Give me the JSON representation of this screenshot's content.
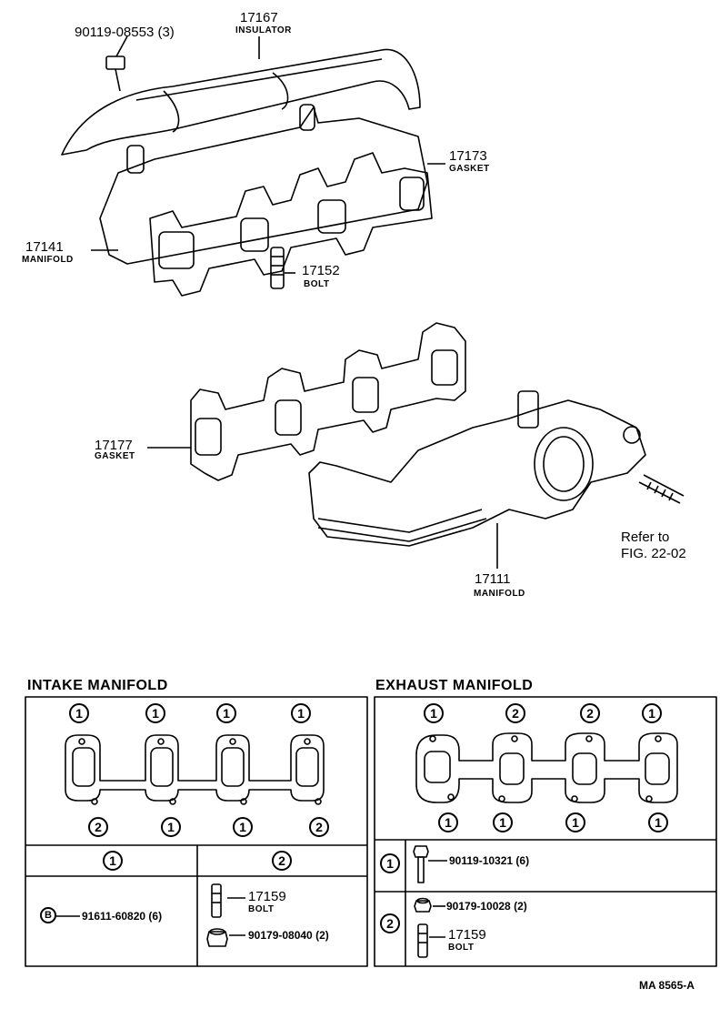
{
  "top": {
    "bolt_90119": "90119-08553 (3)",
    "insulator_no": "17167",
    "insulator_name": "INSULATOR",
    "gasket_17173_no": "17173",
    "gasket_17173_name": "GASKET",
    "manifold_17141_no": "17141",
    "manifold_17141_name": "MANIFOLD",
    "bolt_17152_no": "17152",
    "bolt_17152_name": "BOLT",
    "gasket_17177_no": "17177",
    "gasket_17177_name": "GASKET",
    "refer_line1": "Refer to",
    "refer_line2": "FIG. 22-02",
    "manifold_17111_no": "17111",
    "manifold_17111_name": "MANIFOLD"
  },
  "intake": {
    "title": "INTAKE  MANIFOLD",
    "top_marks": [
      "1",
      "1",
      "1",
      "1"
    ],
    "bottom_marks": [
      "2",
      "1",
      "1",
      "2"
    ],
    "header": [
      "1",
      "2"
    ],
    "col1_prefix": "B",
    "col1_part": "91611-60820 (6)",
    "col2_bolt_no": "17159",
    "col2_bolt_name": "BOLT",
    "col2_nut": "90179-08040 (2)"
  },
  "exhaust": {
    "title": "EXHAUST  MANIFOLD",
    "top_marks": [
      "1",
      "2",
      "2",
      "1"
    ],
    "bottom_marks": [
      "1",
      "1",
      "1",
      "1"
    ],
    "row1_mark": "1",
    "row1_part": "90119-10321 (6)",
    "row2_mark": "2",
    "row2_nut": "90179-10028 (2)",
    "row2_bolt_no": "17159",
    "row2_bolt_name": "BOLT"
  },
  "footer": {
    "code": "MA  8565-A"
  }
}
